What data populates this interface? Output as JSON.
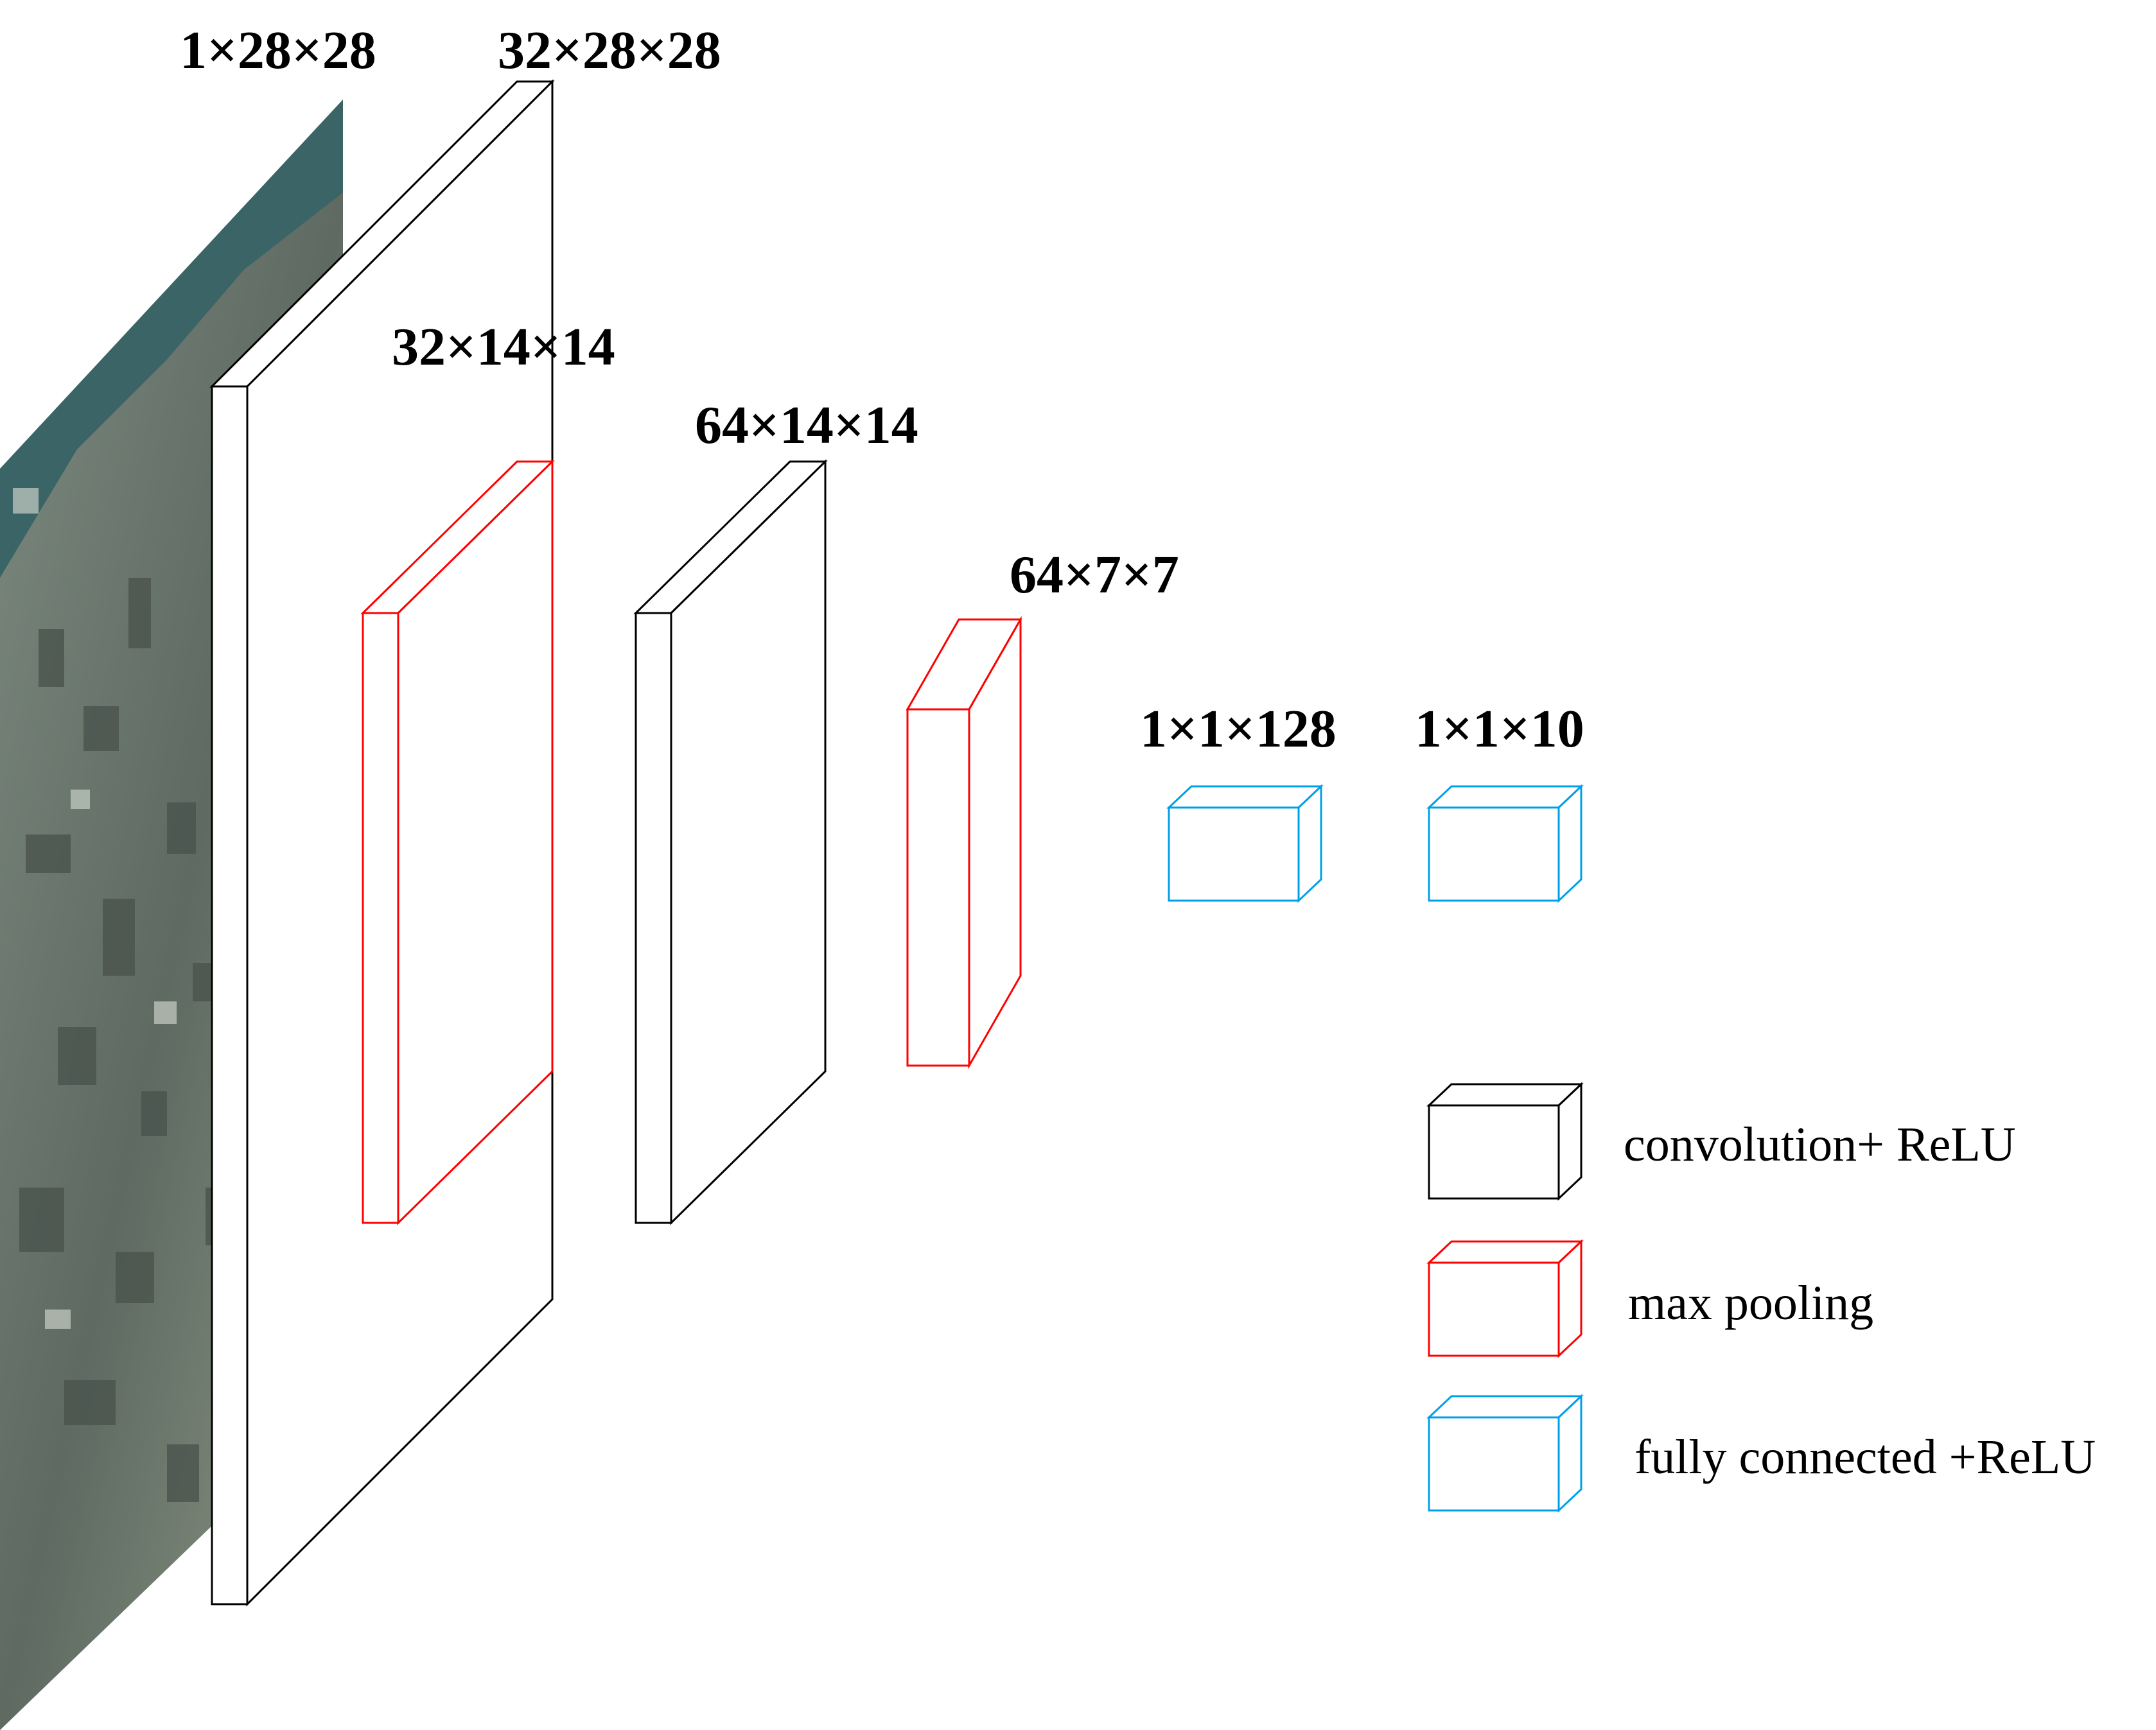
{
  "layers": [
    {
      "shape": "1×28×28",
      "type": "input-image"
    },
    {
      "shape": "32×28×28",
      "type": "convolution"
    },
    {
      "shape": "32×14×14",
      "type": "pooling"
    },
    {
      "shape": "64×14×14",
      "type": "convolution"
    },
    {
      "shape": "64×7×7",
      "type": "pooling"
    },
    {
      "shape": "1×1×128",
      "type": "fully-connected"
    },
    {
      "shape": "1×1×10",
      "type": "fully-connected"
    }
  ],
  "legend": [
    {
      "label": "convolution+ ReLU",
      "color": "#000000"
    },
    {
      "label": "max pooling",
      "color": "#ff0000"
    },
    {
      "label": "fully connected +ReLU",
      "color": "#00a0e9"
    }
  ],
  "colors": {
    "convolution": "#000000",
    "pooling": "#ff0000",
    "fully_connected": "#00a0e9",
    "water": "#3b6466"
  }
}
